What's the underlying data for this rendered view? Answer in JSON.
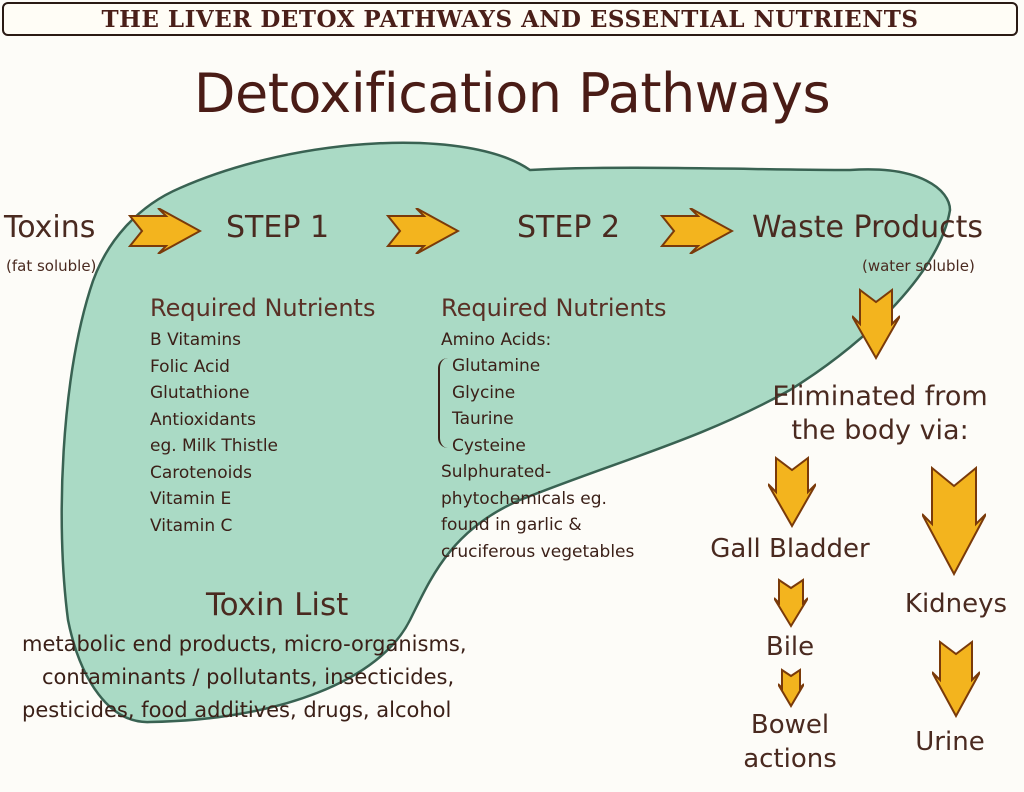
{
  "banner": "THE LIVER DETOX PATHWAYS AND ESSENTIAL NUTRIENTS",
  "title": "Detoxification Pathways",
  "flow": {
    "toxins": "Toxins",
    "toxins_note": "(fat soluble)",
    "step1": "STEP 1",
    "step2": "STEP 2",
    "waste": "Waste Products",
    "waste_note": "(water soluble)"
  },
  "step1_nutrients": {
    "heading": "Required Nutrients",
    "items": [
      "B Vitamins",
      "Folic Acid",
      "Glutathione",
      "Antioxidants",
      "eg. Milk Thistle",
      "Carotenoids",
      "Vitamin E",
      "Vitamin C"
    ]
  },
  "step2_nutrients": {
    "heading": "Required Nutrients",
    "intro": "Amino Acids:",
    "amino": [
      "Glutamine",
      "Glycine",
      "Taurine",
      "Cysteine"
    ],
    "extra": [
      "Sulphurated-",
      "phytochemicals eg.",
      "found in garlic &",
      "cruciferous vegetables"
    ]
  },
  "toxin_list": {
    "heading": "Toxin List",
    "lines": [
      "metabolic end products, micro-organisms,",
      "contaminants / pollutants,  insecticides,",
      "pesticides,  food additives,  drugs,  alcohol"
    ]
  },
  "elimination": {
    "heading_lines": [
      "Eliminated from",
      "the body via:"
    ],
    "gall_bladder": "Gall Bladder",
    "bile": "Bile",
    "bowel_lines": [
      "Bowel",
      "actions"
    ],
    "kidneys": "Kidneys",
    "urine": "Urine"
  },
  "colors": {
    "liver_fill": "#a6d9c3",
    "liver_stroke": "#2f5a4a",
    "arrow_fill": "#f3b41e",
    "arrow_stroke": "#7a3a0a",
    "text": "#4a2a20"
  }
}
